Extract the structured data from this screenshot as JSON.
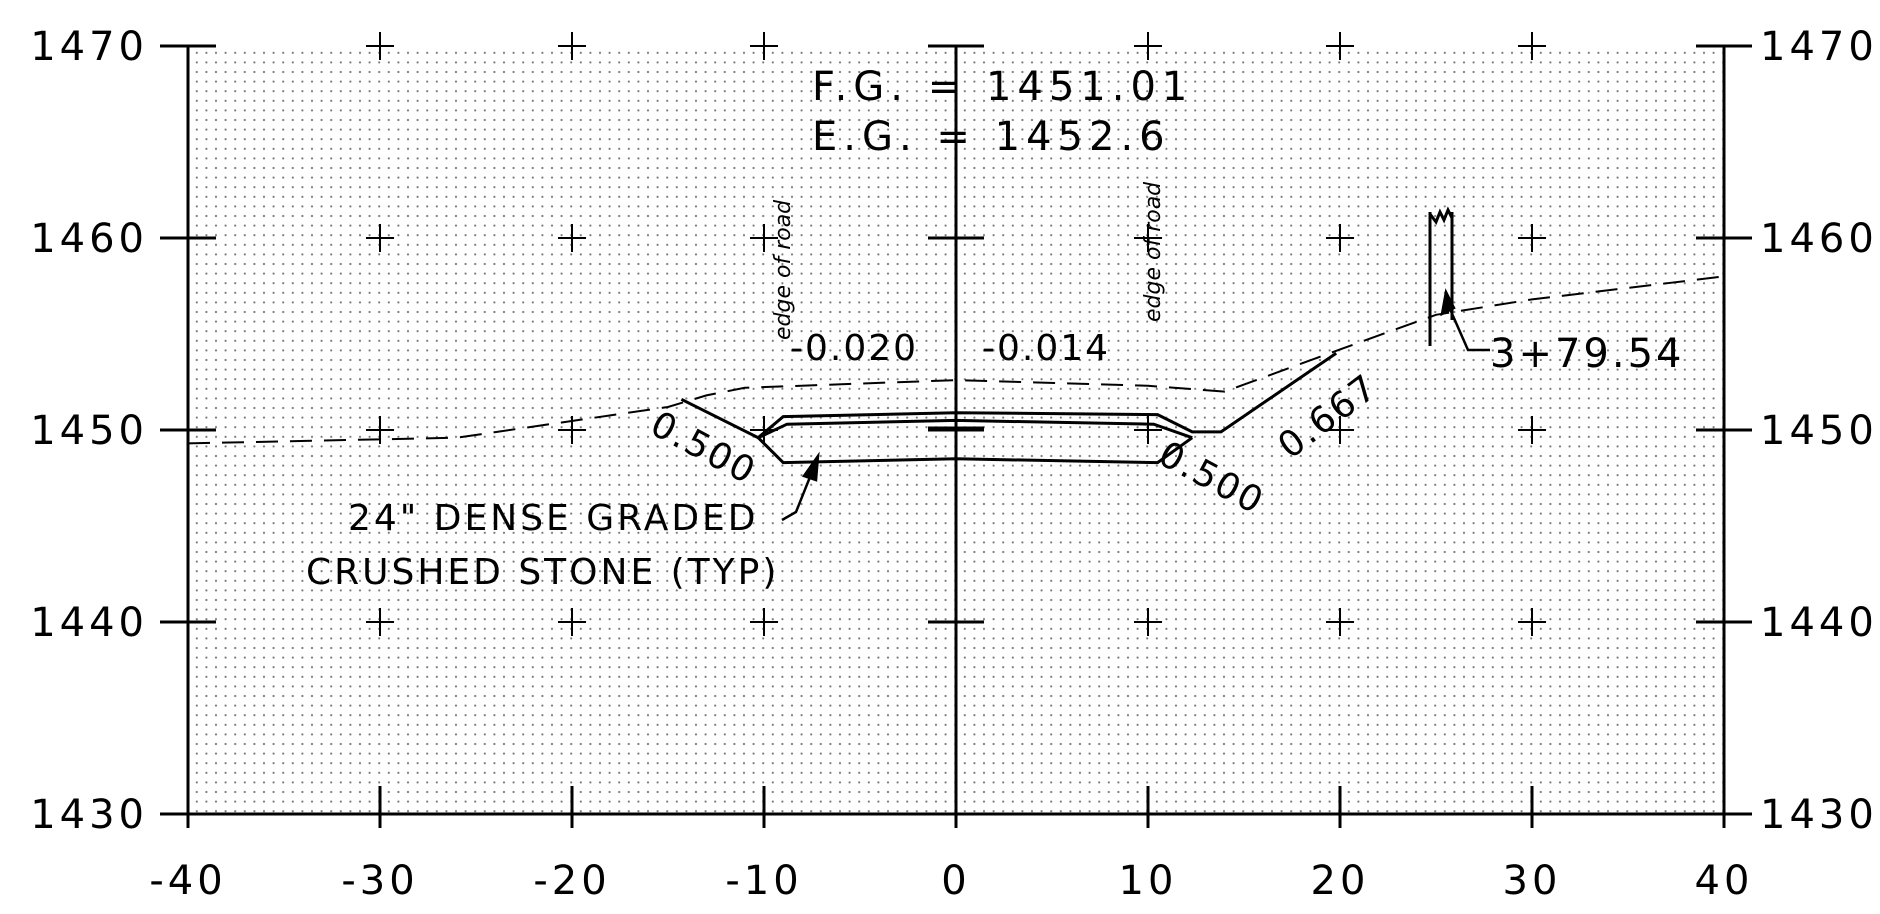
{
  "chart_data": {
    "type": "cross-section",
    "x_ticks": [
      "-40",
      "-30",
      "-20",
      "-10",
      "0",
      "10",
      "20",
      "30",
      "40"
    ],
    "y_ticks": [
      "1430",
      "1440",
      "1450",
      "1460",
      "1470"
    ],
    "xlim": [
      -40,
      40
    ],
    "ylim": [
      1430,
      1470
    ],
    "grid": "dotted",
    "existing_ground": [
      [
        -40,
        1449.3
      ],
      [
        -26,
        1449.6
      ],
      [
        -15,
        1451.2
      ],
      [
        -13,
        1451.8
      ],
      [
        -11,
        1452.2
      ],
      [
        0,
        1452.6
      ],
      [
        10,
        1452.3
      ],
      [
        14,
        1452.0
      ],
      [
        20,
        1454.2
      ],
      [
        25,
        1456.0
      ],
      [
        30,
        1456.8
      ],
      [
        40,
        1458.0
      ]
    ],
    "finished_grade": [
      [
        -14.3,
        1451.6
      ],
      [
        -10.3,
        1449.6
      ],
      [
        -9,
        1450.7
      ],
      [
        0,
        1450.9
      ],
      [
        10.5,
        1450.8
      ],
      [
        12.3,
        1449.9
      ],
      [
        13.8,
        1449.9
      ],
      [
        19.8,
        1454.0
      ]
    ],
    "base_course": [
      [
        -10.3,
        1449.6
      ],
      [
        -8.8,
        1450.3
      ],
      [
        0,
        1450.5
      ],
      [
        10.3,
        1450.3
      ],
      [
        12.3,
        1449.6
      ]
    ],
    "subgrade": [
      [
        -10.3,
        1449.6
      ],
      [
        -9,
        1448.3
      ],
      [
        0,
        1448.5
      ],
      [
        10.5,
        1448.3
      ],
      [
        12.3,
        1449.6
      ]
    ],
    "labels": {
      "fg": "F.G.  =  1451.01",
      "eg": "E.G.  =  1452.6",
      "edge_left": "edge of road",
      "edge_right": "edge of road",
      "slope_left_cross": "-0.020",
      "slope_right_cross": "-0.014",
      "slope_left_fill": "0.500",
      "slope_right_fill": "0.500",
      "slope_right_cut": "0.667",
      "station": "3+79.54",
      "stone_line1": "24\" DENSE GRADED",
      "stone_line2": "CRUSHED STONE (TYP)"
    }
  }
}
